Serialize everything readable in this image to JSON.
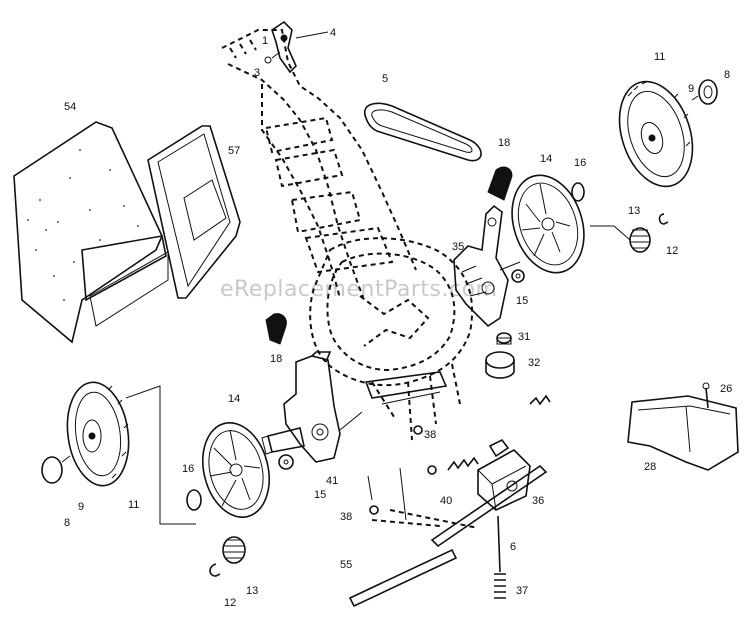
{
  "watermark": "eReplacementParts.com",
  "callouts": [
    {
      "id": "c1",
      "text": "1"
    },
    {
      "id": "c3",
      "text": "3"
    },
    {
      "id": "c4",
      "text": "4"
    },
    {
      "id": "c5",
      "text": "5"
    },
    {
      "id": "c54",
      "text": "54"
    },
    {
      "id": "c57",
      "text": "57"
    },
    {
      "id": "c18a",
      "text": "18"
    },
    {
      "id": "c14a",
      "text": "14"
    },
    {
      "id": "c16a",
      "text": "16"
    },
    {
      "id": "c11a",
      "text": "11"
    },
    {
      "id": "c9a",
      "text": "9"
    },
    {
      "id": "c8a",
      "text": "8"
    },
    {
      "id": "c13a",
      "text": "13"
    },
    {
      "id": "c12a",
      "text": "12"
    },
    {
      "id": "c35",
      "text": "35"
    },
    {
      "id": "c15a",
      "text": "15"
    },
    {
      "id": "c31",
      "text": "31"
    },
    {
      "id": "c32",
      "text": "32"
    },
    {
      "id": "c18b",
      "text": "18"
    },
    {
      "id": "c14b",
      "text": "14"
    },
    {
      "id": "c16b",
      "text": "16"
    },
    {
      "id": "c11b",
      "text": "11"
    },
    {
      "id": "c9b",
      "text": "9"
    },
    {
      "id": "c8b",
      "text": "8"
    },
    {
      "id": "c15b",
      "text": "15"
    },
    {
      "id": "c41",
      "text": "41"
    },
    {
      "id": "c38a",
      "text": "38"
    },
    {
      "id": "c38b",
      "text": "38"
    },
    {
      "id": "c40",
      "text": "40"
    },
    {
      "id": "c36",
      "text": "36"
    },
    {
      "id": "c6",
      "text": "6"
    },
    {
      "id": "c37",
      "text": "37"
    },
    {
      "id": "c55",
      "text": "55"
    },
    {
      "id": "c13b",
      "text": "13"
    },
    {
      "id": "c12b",
      "text": "12"
    },
    {
      "id": "c26",
      "text": "26"
    },
    {
      "id": "c28",
      "text": "28"
    }
  ]
}
